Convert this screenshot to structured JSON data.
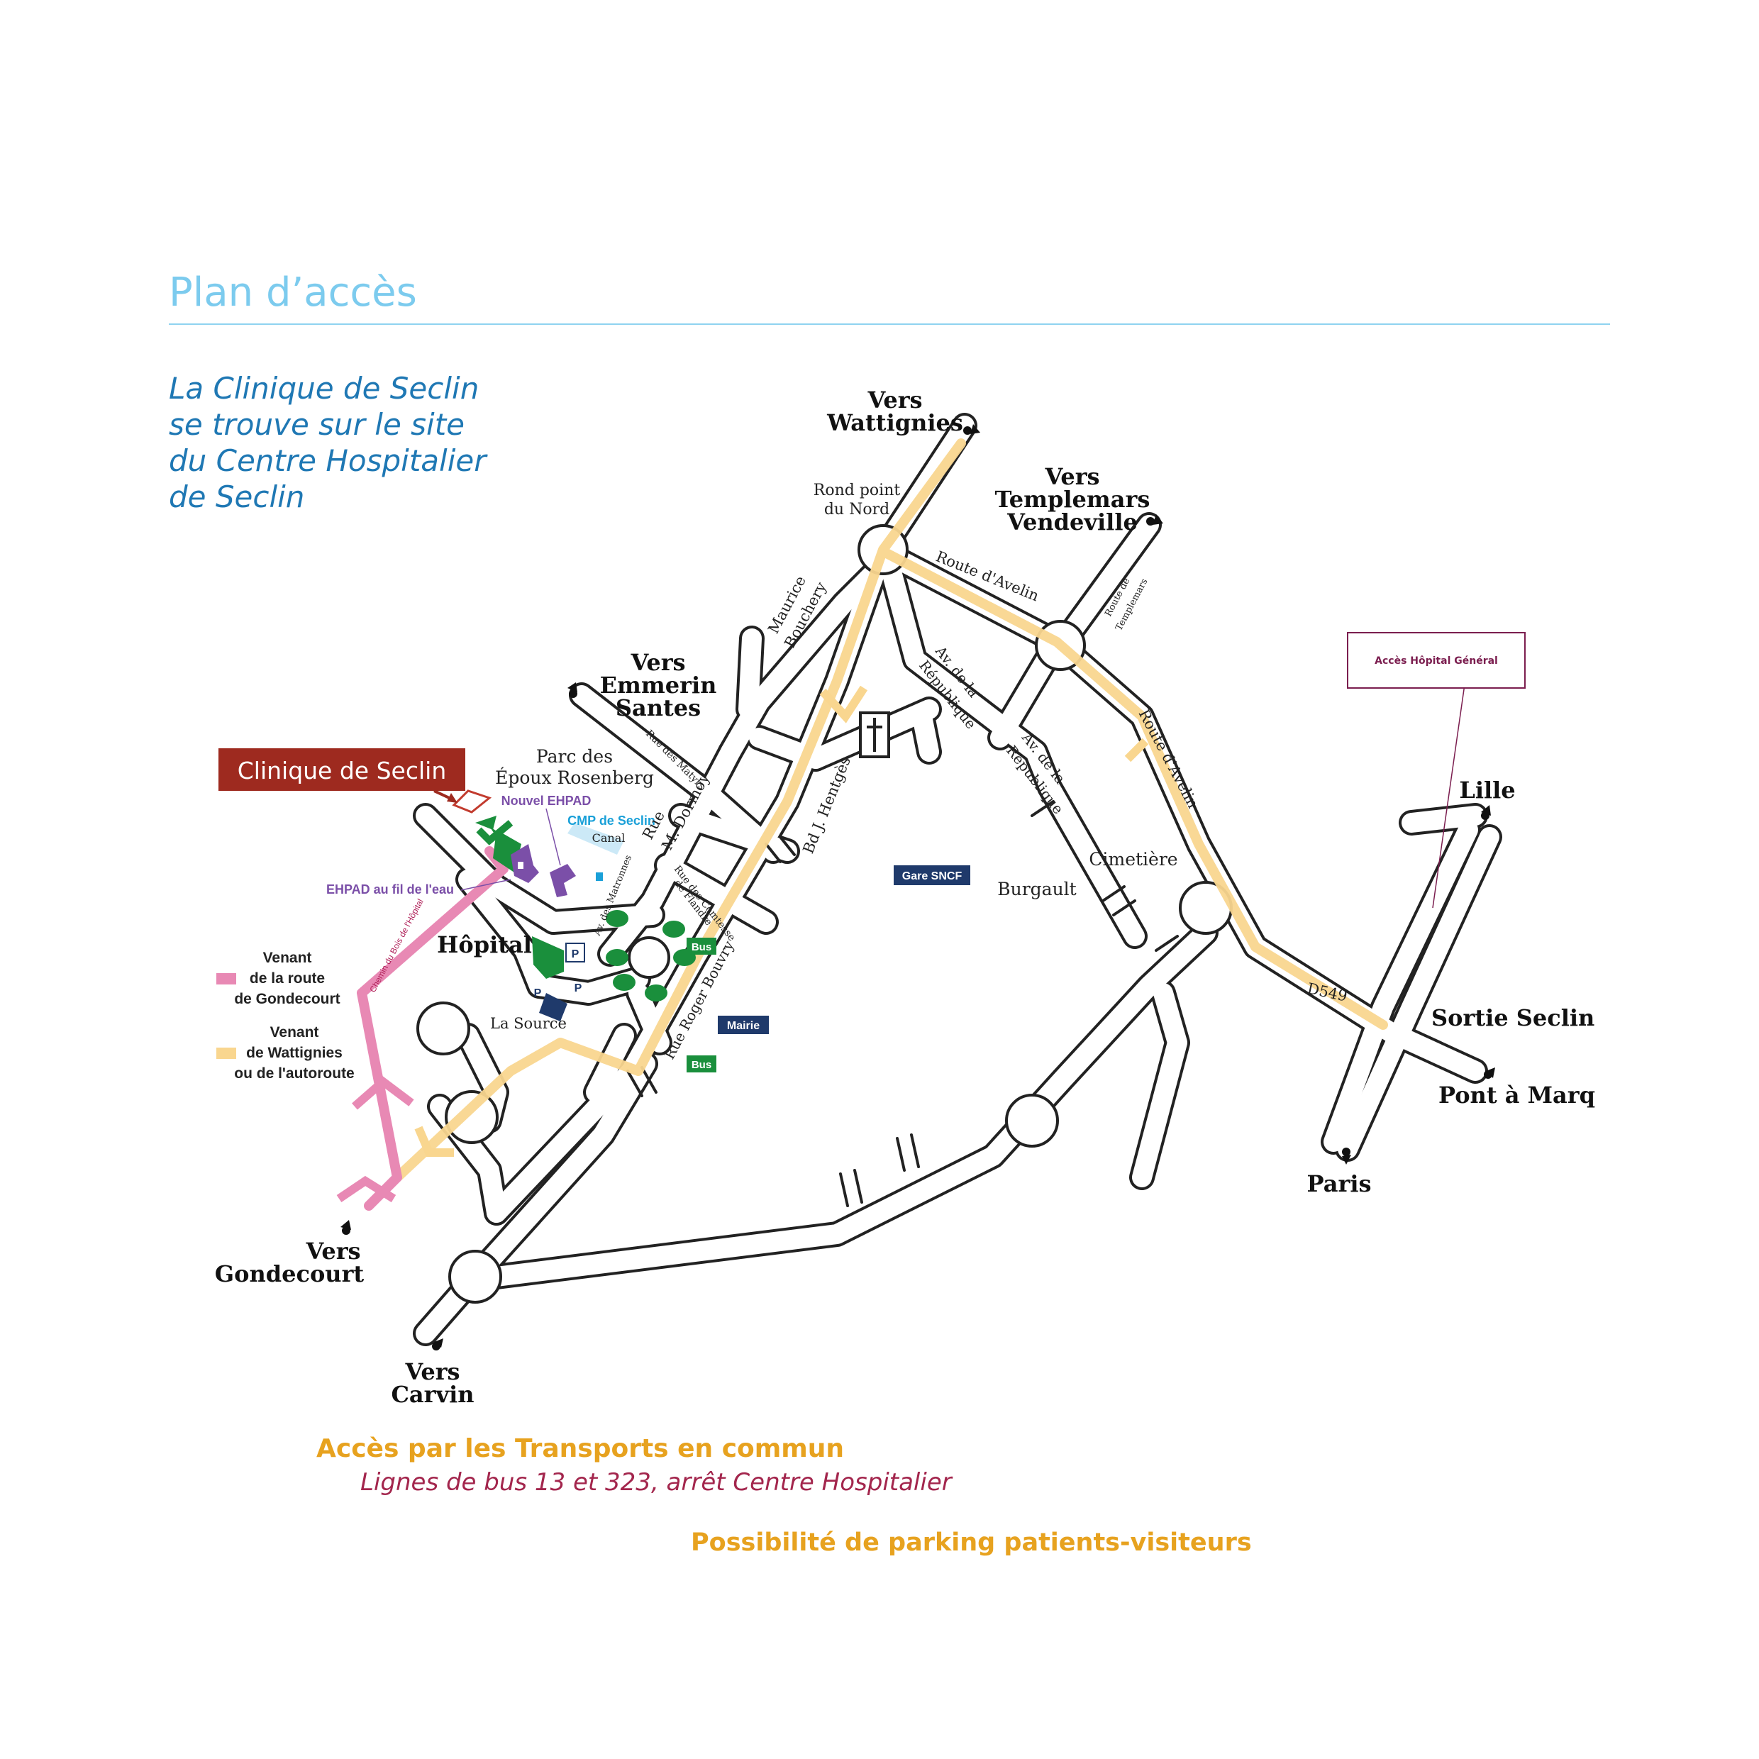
{
  "page": {
    "title": "Plan d’accès",
    "intro_lines": [
      "La Clinique de Seclin",
      "se trouve sur le site",
      "du Centre Hospitalier",
      "de Seclin"
    ]
  },
  "map": {
    "destinations": {
      "wattignies": [
        "Vers",
        "Wattignies"
      ],
      "templemars": [
        "Vers",
        "Templemars",
        "Vendeville"
      ],
      "emmerin": [
        "Vers",
        "Emmerin",
        "Santes"
      ],
      "gondecourt": [
        "Vers",
        "Gondecourt"
      ],
      "carvin": [
        "Vers",
        "Carvin"
      ],
      "lille": "Lille",
      "sortie_seclin": "Sortie Seclin",
      "pont_a_marq": "Pont à Marq",
      "paris": "Paris"
    },
    "places": {
      "rond_point": [
        "Rond point",
        "du Nord"
      ],
      "parc": [
        "Parc des",
        "Époux Rosenberg"
      ],
      "hopital": "Hôpital",
      "la_source": "La Source",
      "cimetiere": "Cimetière",
      "burgault": "Burgault",
      "canal": "Canal",
      "nouvel_ehpad": "Nouvel EHPAD",
      "cmp": "CMP de Seclin",
      "ehpad_fil": "EHPAD au fil de l'eau",
      "acces_hopital": "Accès Hôpital Général",
      "clinique": "Clinique de Seclin"
    },
    "streets": {
      "route_avelin": "Route d'Avelin",
      "route_templemars": [
        "Route de",
        "Templemars"
      ],
      "maurice_bouchery": [
        "Maurice",
        "Bouchery"
      ],
      "av_republique": [
        "Av. de la",
        "République"
      ],
      "rue_matyrs": "Rue des Matyrs",
      "rue_dormoy": [
        "Rue",
        "M. Dormoy"
      ],
      "bd_hentges": "Bd J. Hentgès",
      "rue_comtesse": [
        "Rue des Comtesse",
        "de Flandre"
      ],
      "av_matronnes": "Av. des Matronnes",
      "rue_bouvry": "Rue Roger Bouvry",
      "chemin_bois": "Chemin du Bois de l'Hôpital",
      "d549": "D549"
    },
    "pills": {
      "gare": "Gare SNCF",
      "bus": "Bus",
      "mairie": "Mairie",
      "parking": "P"
    },
    "legend": {
      "pink": [
        "Venant",
        "de la route",
        "de Gondecourt"
      ],
      "yellow": [
        "Venant",
        "de Wattignies",
        "ou de l'autoroute"
      ]
    },
    "colors": {
      "yellow_route": "#f9d68f",
      "pink_route": "#e889b4",
      "clinic": "#9e2a1f",
      "purple": "#7b4fa8",
      "green": "#1a8f3c",
      "navy": "#1f3a6b",
      "cyan": "#1aa0d8"
    }
  },
  "footer": {
    "transport_title": "Accès par les Transports en commun",
    "transport_lines": "Lignes de bus 13 et 323, arrêt Centre Hospitalier",
    "parking": "Possibilité de parking patients-visiteurs"
  }
}
